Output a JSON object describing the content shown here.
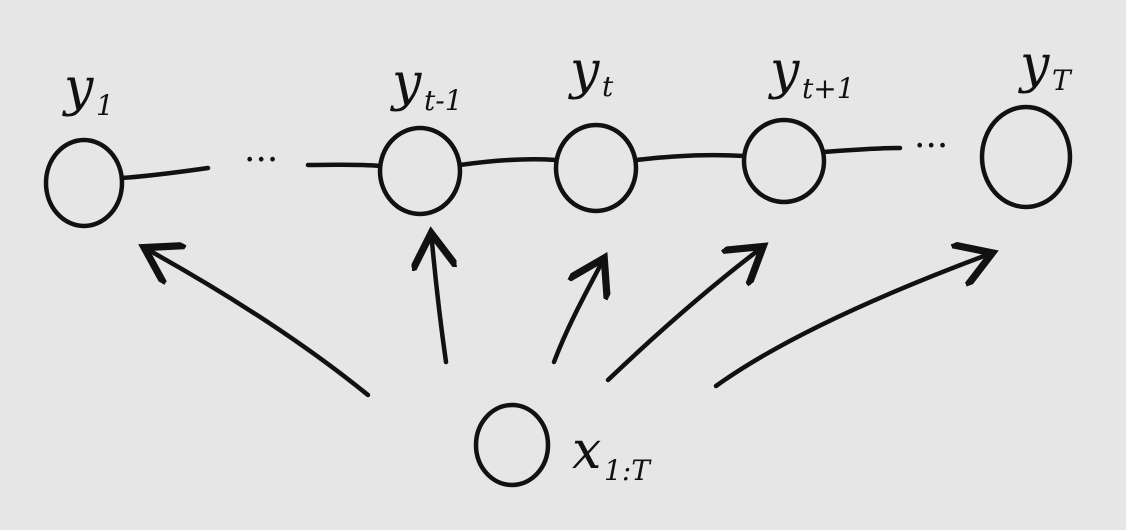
{
  "diagram": {
    "labels": {
      "y1": {
        "main": "y",
        "sub": "1"
      },
      "ytm1": {
        "main": "y",
        "sub": "t-1"
      },
      "yt": {
        "main": "y",
        "sub": "t"
      },
      "ytp1": {
        "main": "y",
        "sub": "t+1"
      },
      "yT": {
        "main": "y",
        "sub": "T"
      },
      "x": {
        "main": "x",
        "sub": "1:T"
      }
    },
    "ellipsis": "···",
    "colors": {
      "background": "#e6e6e6",
      "ink": "#111111"
    }
  }
}
